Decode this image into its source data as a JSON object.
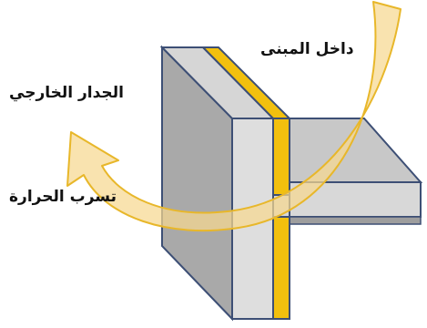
{
  "labels": {
    "inside_building": "داخل المبنى",
    "exterior_wall": "الجدار الخارجي",
    "heat_leak": "تسرب الحرارة"
  },
  "colors": {
    "wall_fill": "#c9c9c9",
    "wall_side": "#b0b0b0",
    "wall_face": "#dcdcdc",
    "wall_stroke": "#3d4f75",
    "insulation": "#f2c00e",
    "arrow_fill": "#f6d890",
    "arrow_stroke": "#e8b72a"
  }
}
